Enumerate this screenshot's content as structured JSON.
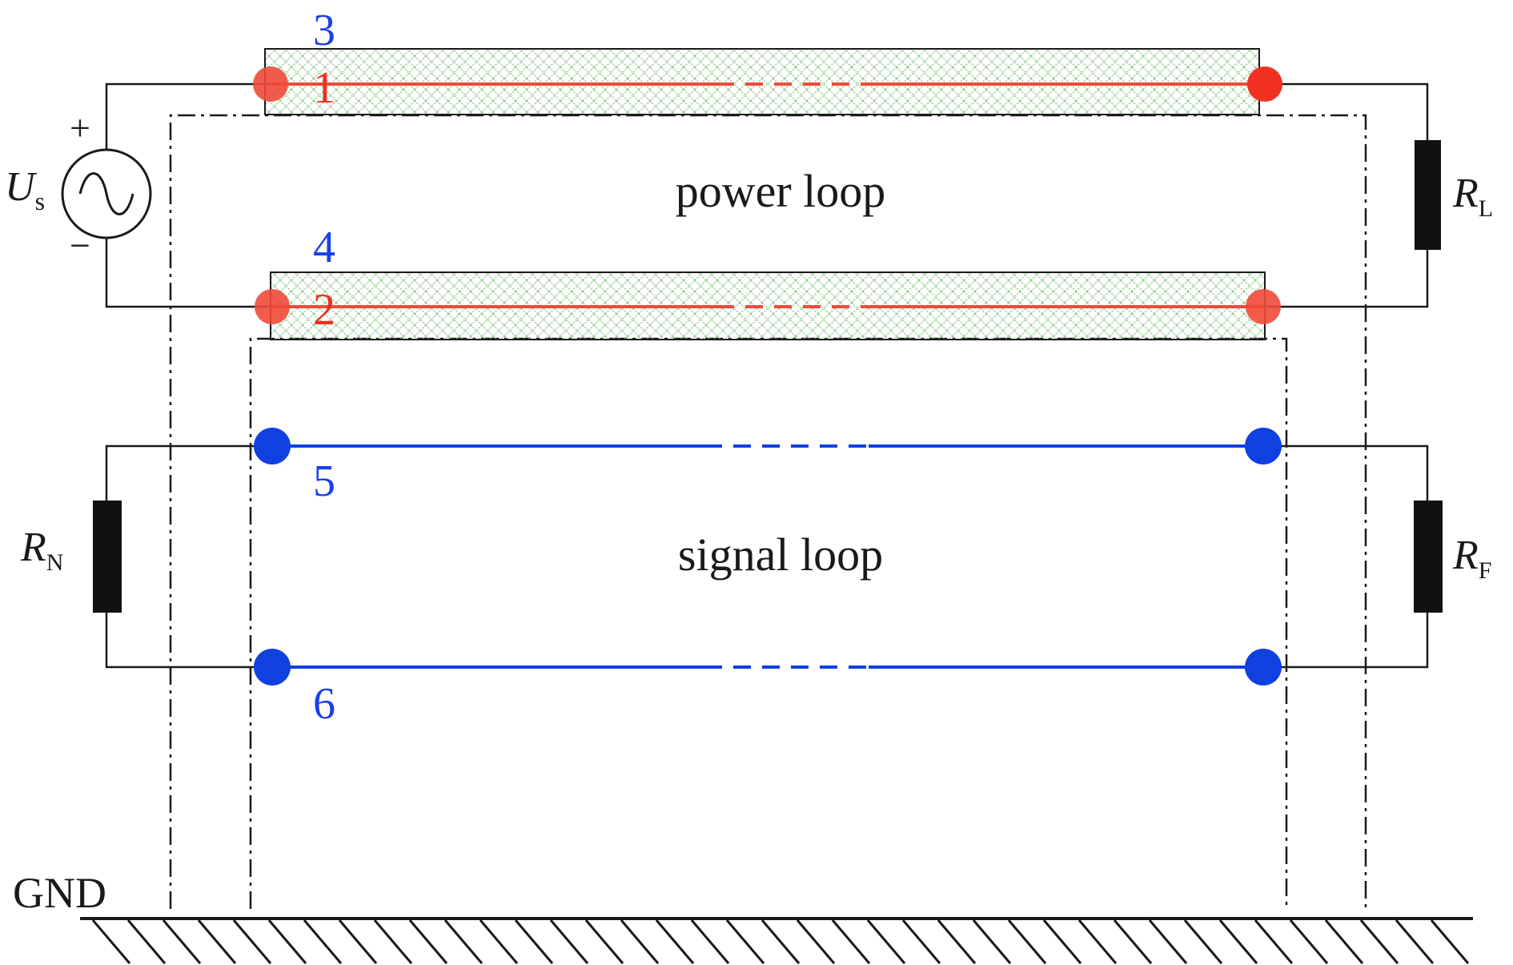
{
  "source": {
    "plus": "+",
    "minus": "−",
    "symbol": "U",
    "subscript": "s"
  },
  "loops": {
    "power": "power loop",
    "signal": "signal loop"
  },
  "resistors": {
    "load": {
      "symbol": "R",
      "subscript": "L"
    },
    "near": {
      "symbol": "R",
      "subscript": "N"
    },
    "far": {
      "symbol": "R",
      "subscript": "F"
    }
  },
  "conductors": {
    "c1": "1",
    "c2": "2",
    "c3": "3",
    "c4": "4",
    "c5": "5",
    "c6": "6"
  },
  "ground": {
    "label": "GND"
  },
  "colors": {
    "power_conductor": "#f04a3a",
    "power_terminal": "#f04a3a",
    "signal_conductor": "#1040e0",
    "number_blue": "#1a40e8",
    "number_red": "#f03020",
    "shield_hatch": "#9fd09a",
    "wire": "#1a1a1a",
    "resistor": "#111111"
  }
}
